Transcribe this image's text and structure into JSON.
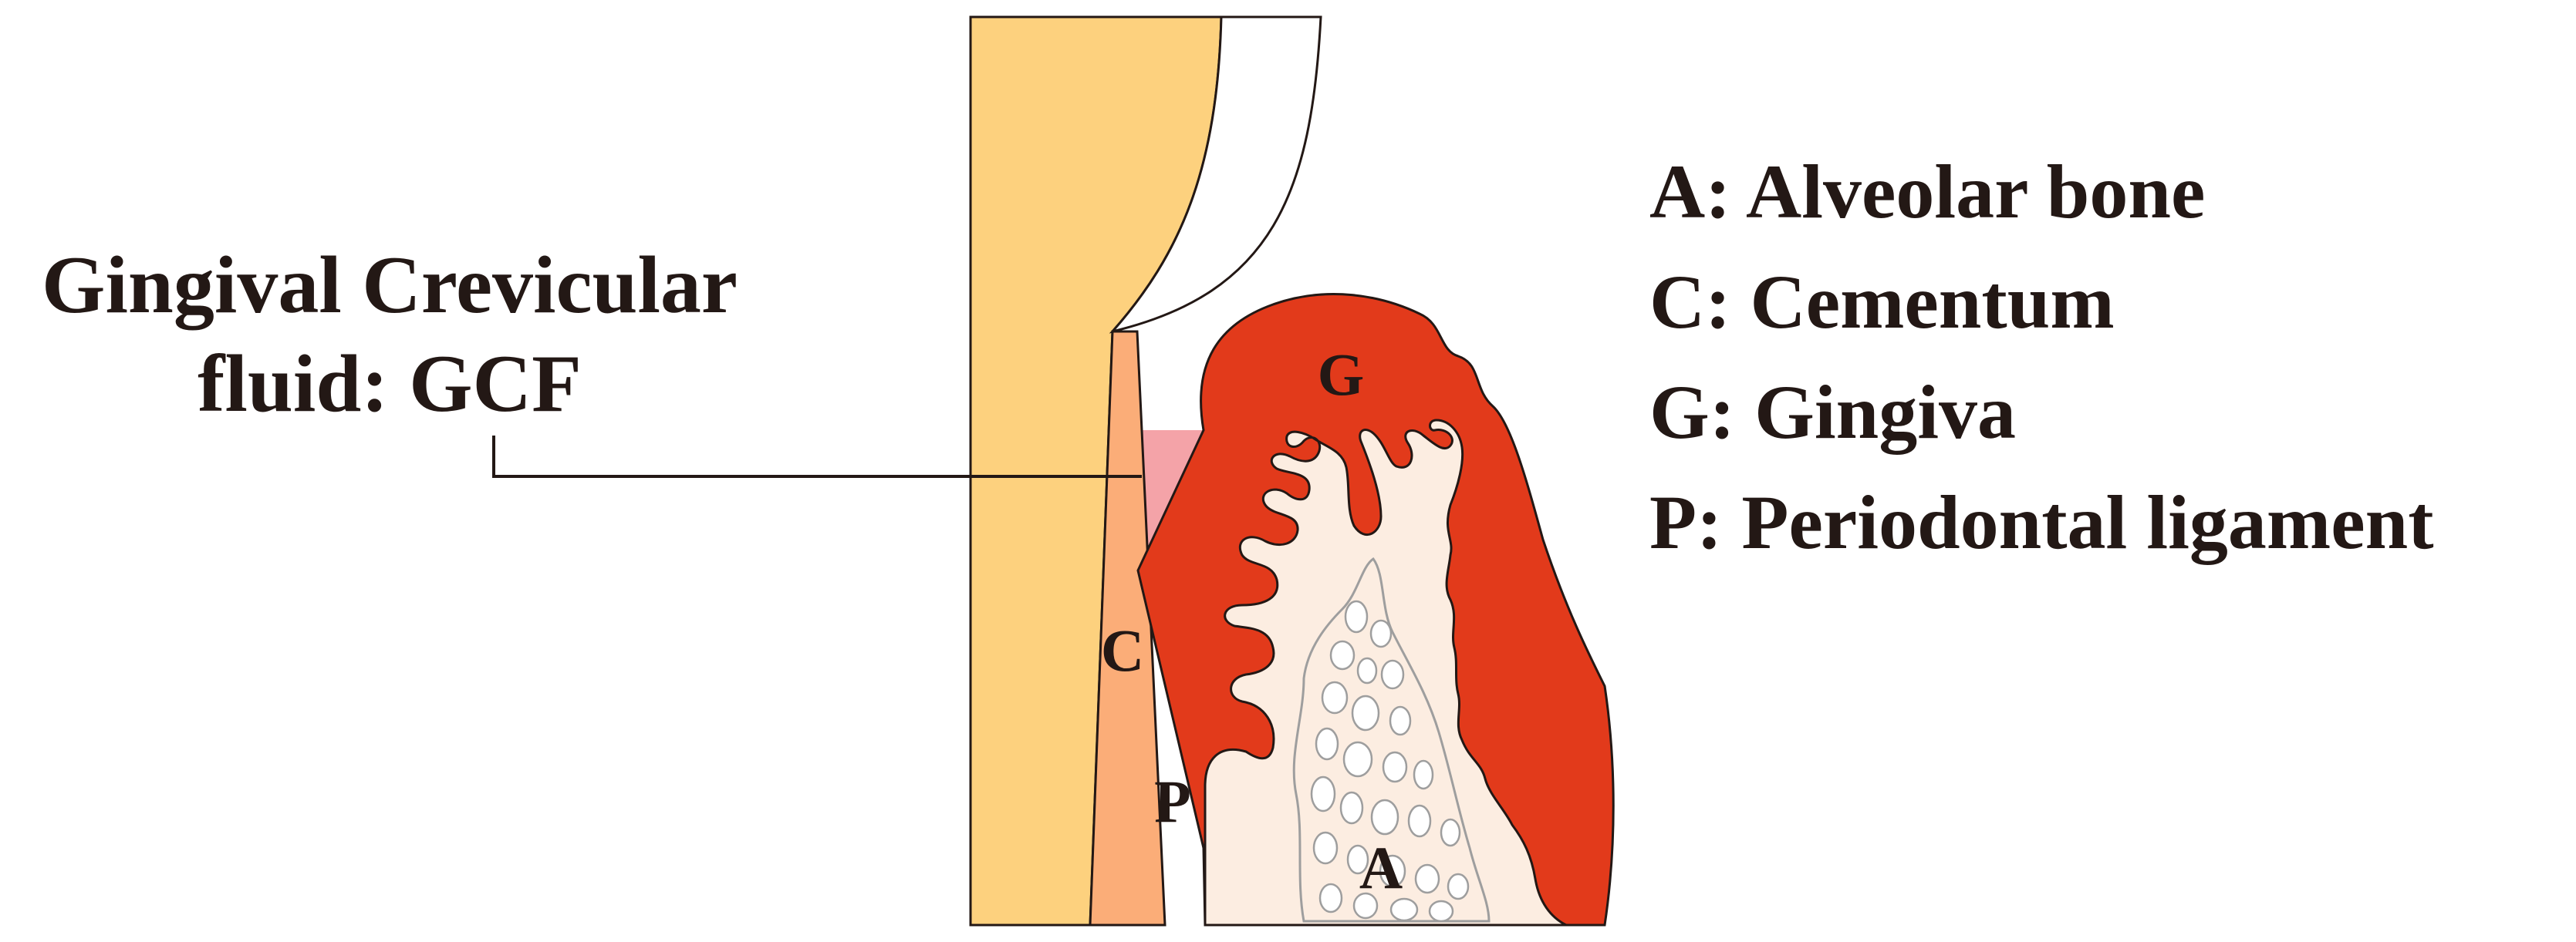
{
  "callout": {
    "line1": "Gingival Crevicular",
    "line2": "fluid: GCF"
  },
  "region_labels": {
    "gingiva": "G",
    "cementum": "C",
    "periodontal_ligament": "P",
    "alveolar_bone": "A"
  },
  "legend": [
    "A: Alveolar bone",
    "C: Cementum",
    "G: Gingiva",
    "P: Periodontal ligament"
  ],
  "colors": {
    "tooth": "#FDD17E",
    "cementum": "#FBAD78",
    "gingiva": "#E23A1B",
    "bone": "#FCEDE1",
    "gcf": "#F4A3A8",
    "outline": "#231815",
    "marrow_outline": "#9E9E9E"
  }
}
